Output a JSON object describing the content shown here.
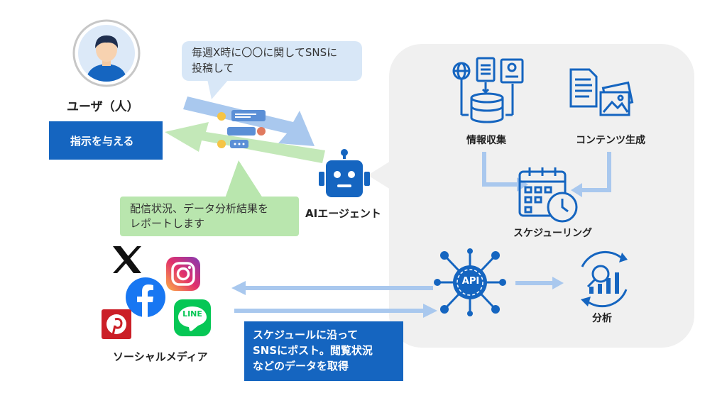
{
  "user": {
    "label": "ユーザ（人）",
    "instruction_box": "指示を与える",
    "speech": [
      "毎週X時に〇〇に関してSNSに",
      "投稿して"
    ]
  },
  "agent": {
    "label": "AIエージェント",
    "report": [
      "配信状況、データ分析結果を",
      "レポートします"
    ]
  },
  "workflow": {
    "info_collect": "情報収集",
    "content_gen": "コンテンツ生成",
    "scheduling": "スケジューリング",
    "api_badge": "API",
    "analysis": "分析"
  },
  "sns": {
    "label": "ソーシャルメディア",
    "line_text": "LINE",
    "note": [
      "スケジュールに沿って",
      "SNSにポスト。閲覧状況",
      "などのデータを取得"
    ]
  },
  "colors": {
    "primary": "#1565c0",
    "arrow_blue": "#a9c8ee",
    "arrow_green": "#c3e8b8",
    "green_bubble": "#b9e6ae",
    "blue_bubble": "#d8e7f7",
    "panel": "#f0f0f0"
  }
}
